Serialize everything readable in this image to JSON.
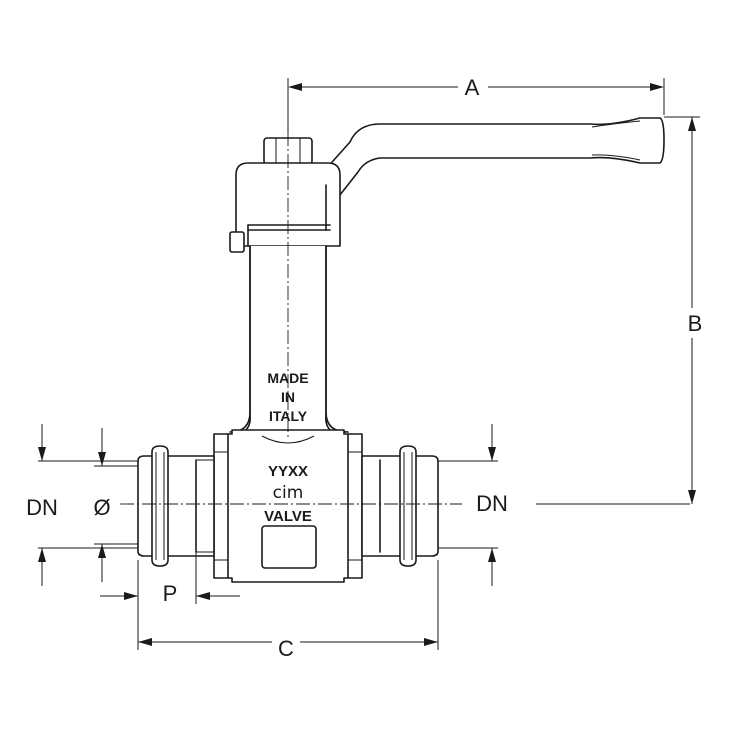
{
  "dimensions": {
    "a": "A",
    "b": "B",
    "c": "C",
    "p": "P",
    "dn_left": "DN",
    "dn_right": "DN",
    "diameter": "Ø"
  },
  "markings": {
    "origin_line1": "MADE",
    "origin_line2": "IN",
    "origin_line3": "ITALY",
    "code": "YYXX",
    "brand": "cim",
    "brand_sub": "VALVE"
  },
  "colors": {
    "line": "#1a1a1a",
    "background": "#ffffff"
  }
}
